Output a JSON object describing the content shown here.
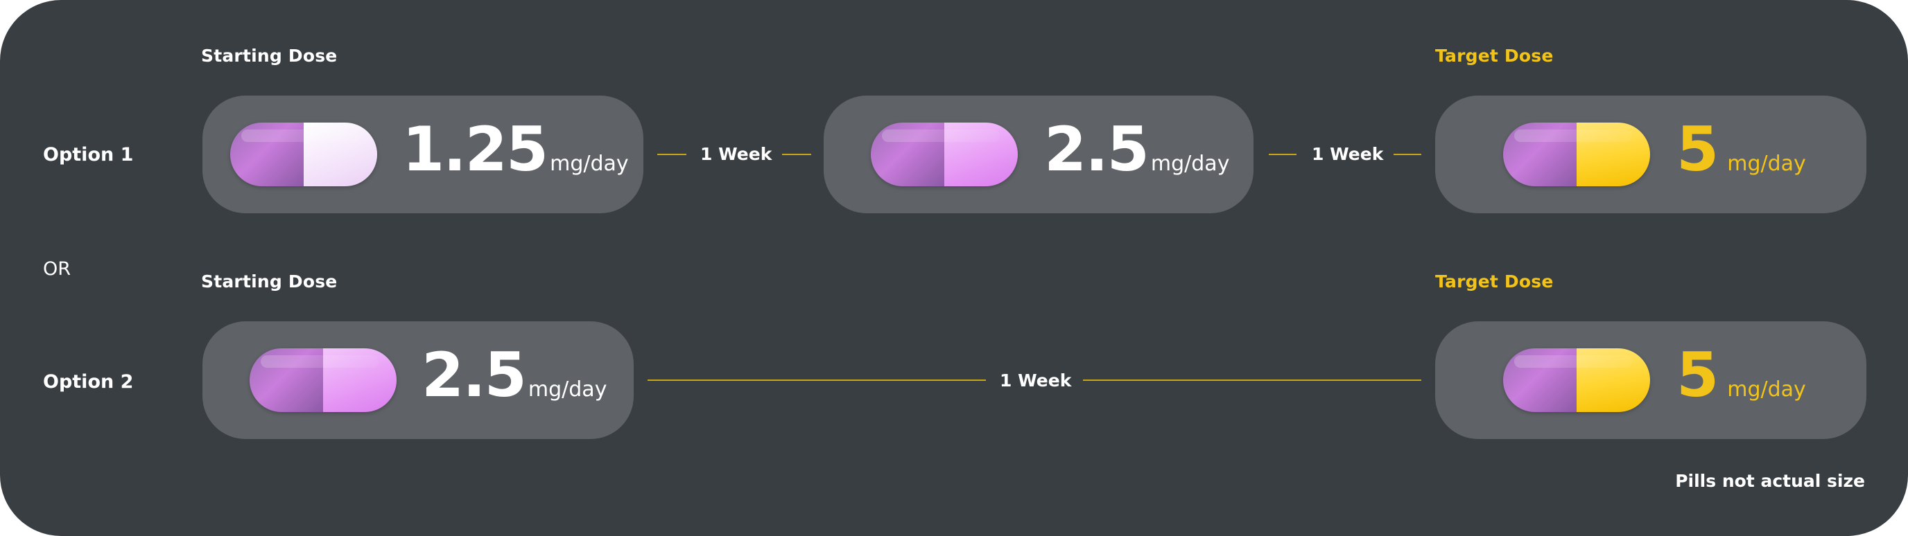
{
  "headings": {
    "starting": "Starting Dose",
    "target": "Target Dose"
  },
  "options": {
    "one": "Option 1",
    "or": "OR",
    "two": "Option 2"
  },
  "option1": {
    "dose1": {
      "value": "1.25",
      "unit": "mg/day"
    },
    "dose2": {
      "value": "2.5",
      "unit": "mg/day"
    },
    "dose3": {
      "value": "5",
      "unit": "mg/day"
    },
    "interval1": "1 Week",
    "interval2": "1 Week"
  },
  "option2": {
    "dose1": {
      "value": "2.5",
      "unit": "mg/day"
    },
    "dose2": {
      "value": "5",
      "unit": "mg/day"
    },
    "interval": "1 Week"
  },
  "footnote": "Pills not actual size",
  "colors": {
    "background": "#393e42",
    "card": "#5f6367",
    "accent": "#f2c318",
    "pill_purple": "#b57bd0",
    "pill_white": "#f5e6fb",
    "pill_pink": "#e89cf6",
    "pill_yellow": "#ffd633"
  }
}
